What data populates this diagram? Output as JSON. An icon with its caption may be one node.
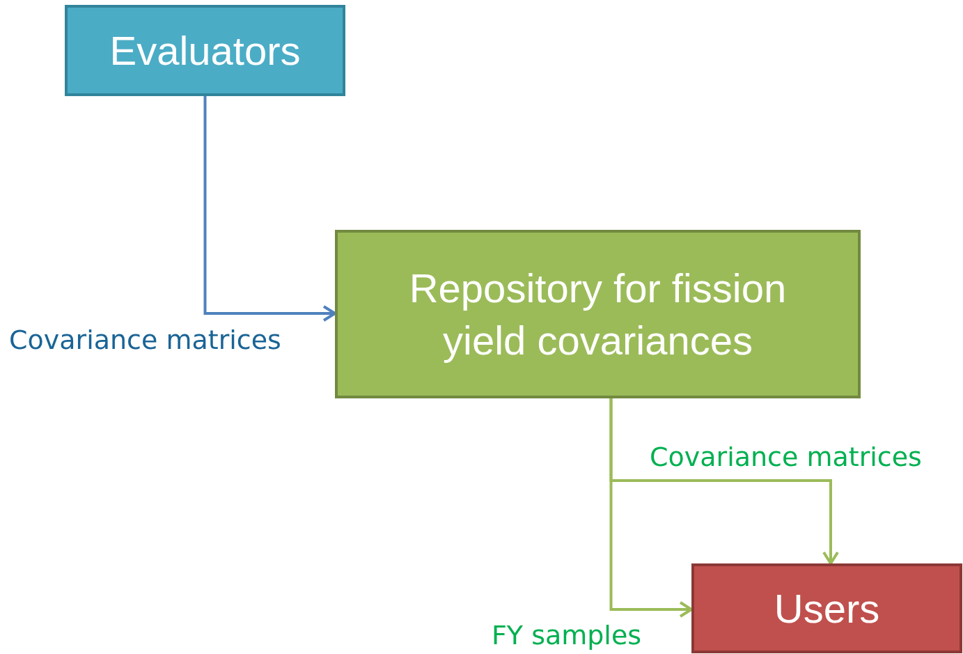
{
  "diagram": {
    "nodes": [
      {
        "text": [
          "Evaluators"
        ]
      },
      {
        "text": [
          "Repository for fission yield covariances"
        ]
      },
      {
        "text": [
          "Users"
        ]
      }
    ],
    "edges": [
      {
        "from": 0,
        "to": 1,
        "arrow": "to",
        "label": "Covariance matrices",
        "color": "#4f81bd"
      },
      {
        "from": 1,
        "to": 2,
        "arrow": "to",
        "label": "Covariance matrices"
      },
      {
        "from": 1,
        "to": 2,
        "arrow": "to",
        "label": "FY samples"
      }
    ]
  }
}
